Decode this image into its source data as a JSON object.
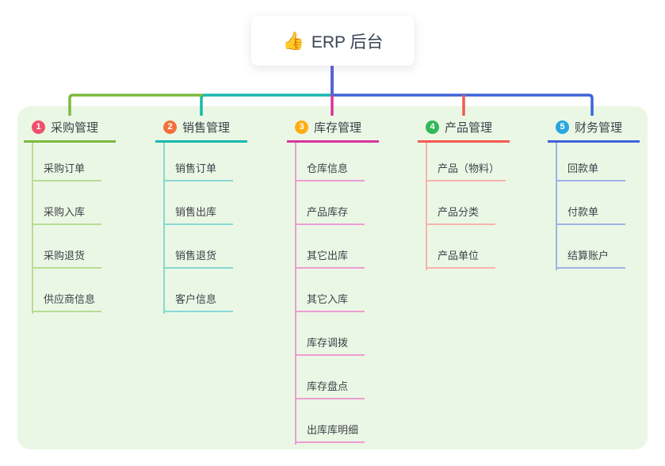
{
  "root": {
    "label": "ERP 后台",
    "icon": "👍"
  },
  "colors": {
    "page_bg": "#ffffff",
    "canvas_bg": "#ebf7e5",
    "root_stem": "#5b62d4",
    "text": "#3d4249"
  },
  "branches": [
    {
      "number": "1",
      "label": "采购管理",
      "badge_color": "#f0506e",
      "line_color": "#7cba3f",
      "soft_line_color": "#b9dc93",
      "children": [
        "采购订单",
        "采购入库",
        "采购退货",
        "供应商信息"
      ]
    },
    {
      "number": "2",
      "label": "销售管理",
      "badge_color": "#f2713d",
      "line_color": "#16b8b0",
      "soft_line_color": "#86d8d2",
      "children": [
        "销售订单",
        "销售出库",
        "销售退货",
        "客户信息"
      ]
    },
    {
      "number": "3",
      "label": "库存管理",
      "badge_color": "#ffad14",
      "line_color": "#d8339f",
      "soft_line_color": "#ec9dd2",
      "children": [
        "仓库信息",
        "产品库存",
        "其它出库",
        "其它入库",
        "库存调拨",
        "库存盘点",
        "出库库明细"
      ]
    },
    {
      "number": "4",
      "label": "产品管理",
      "badge_color": "#30b956",
      "line_color": "#f45b50",
      "soft_line_color": "#f9b3ac",
      "children": [
        "产品（物料）",
        "产品分类",
        "产品单位"
      ]
    },
    {
      "number": "5",
      "label": "财务管理",
      "badge_color": "#29a7e1",
      "line_color": "#3d63d8",
      "soft_line_color": "#9fb2e8",
      "children": [
        "回款单",
        "付款单",
        "结算账户"
      ]
    }
  ]
}
